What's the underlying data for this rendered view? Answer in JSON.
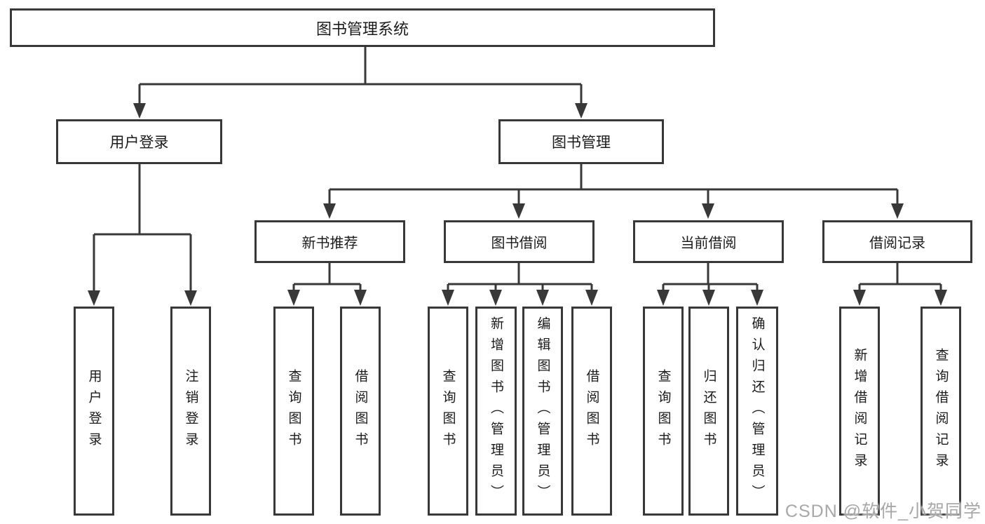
{
  "nodes": {
    "root": "图书管理系统",
    "level2": {
      "user_login": "用户登录",
      "book_mgmt": "图书管理"
    },
    "user_login_children": {
      "login": "用户登录",
      "logout": "注销登录"
    },
    "book_mgmt_children": {
      "new_books": "新书推荐",
      "book_borrow": "图书借阅",
      "current_borrow": "当前借阅",
      "borrow_records": "借阅记录"
    },
    "new_books_children": {
      "query": "查询图书",
      "borrow": "借阅图书"
    },
    "book_borrow_children": {
      "query": "查询图书",
      "add": "新增图书（管理员）",
      "edit": "编辑图书（管理员）",
      "borrow": "借阅图书"
    },
    "current_borrow_children": {
      "query": "查询图书",
      "return": "归还图书",
      "confirm": "确认归还（管理员）"
    },
    "borrow_records_children": {
      "add": "新增借阅记录",
      "query": "查询借阅记录"
    }
  },
  "watermark": "CSDN @软件_小贺同学",
  "colors": {
    "line": "#383838",
    "text": "#1b1b1b",
    "box_fill": "#ffffff",
    "watermark": "#a8a8a8"
  }
}
